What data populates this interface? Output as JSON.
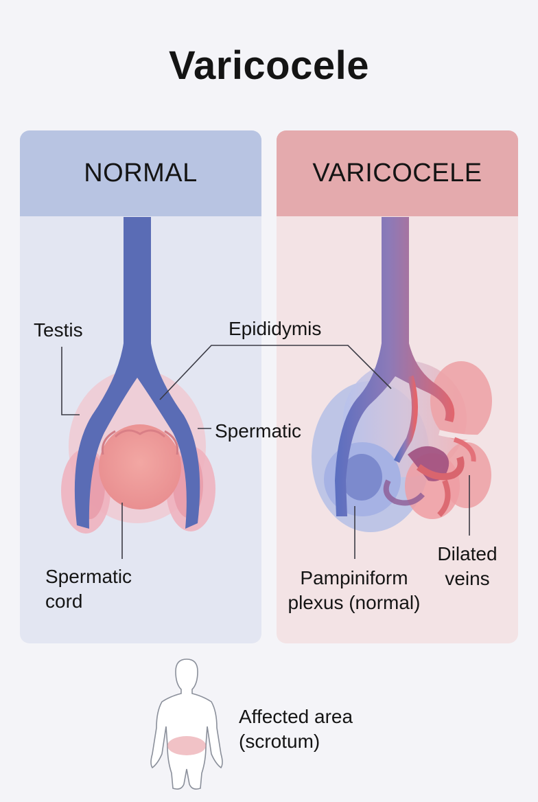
{
  "title": "Varicocele",
  "panels": {
    "normal": {
      "heading": "NORMAL"
    },
    "varicocele": {
      "heading": "VARICOCELE"
    }
  },
  "labels": {
    "testis": "Testis",
    "epididymis": "Epididymis",
    "spermatic": "Spermatic",
    "spermatic_cord_1": "Spermatic",
    "spermatic_cord_2": "cord",
    "pampiniform_1": "Pampiniform",
    "pampiniform_2": "plexus (normal)",
    "dilated_1": "Dilated",
    "dilated_2": "veins",
    "affected_1": "Affected area",
    "affected_2": "(scrotum)"
  },
  "colors": {
    "vein_blue": "#5a6cb5",
    "vein_red": "#dd6f74",
    "normal_header": "#b8c4e2",
    "varicocele_header": "#e4aaad"
  }
}
